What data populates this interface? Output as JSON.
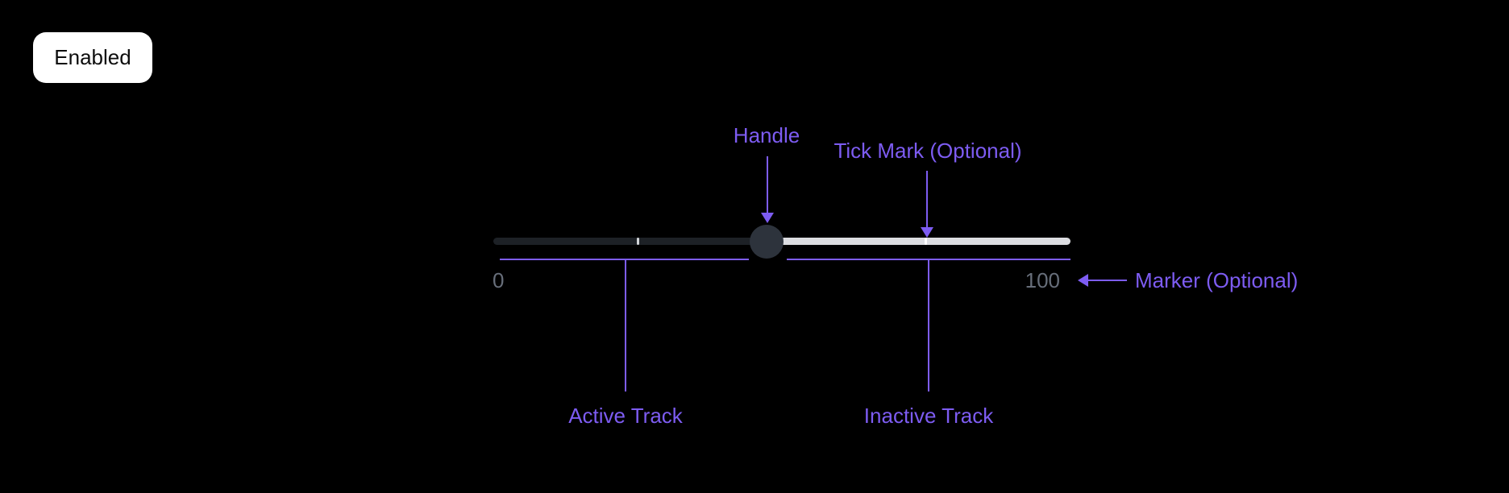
{
  "colors": {
    "background": "#000000",
    "accent": "#7d5cf2",
    "chip-bg": "#ffffff",
    "chip-text": "#0d0d0d",
    "active-track": "#1d2126",
    "inactive-track": "#dcdde1",
    "handle": "#2d333c",
    "tick-on-active": "#d3d5d9",
    "tick-on-inactive": "#ffffff",
    "value-text": "#676e7a"
  },
  "state_chip": {
    "label": "Enabled"
  },
  "slider": {
    "min_value": "0",
    "max_value": "100",
    "value_percent": 47
  },
  "annotations": {
    "handle_label": "Handle",
    "tick_mark_label": "Tick Mark (Optional)",
    "active_track_label": "Active Track",
    "inactive_track_label": "Inactive Track",
    "marker_label": "Marker (Optional)"
  }
}
